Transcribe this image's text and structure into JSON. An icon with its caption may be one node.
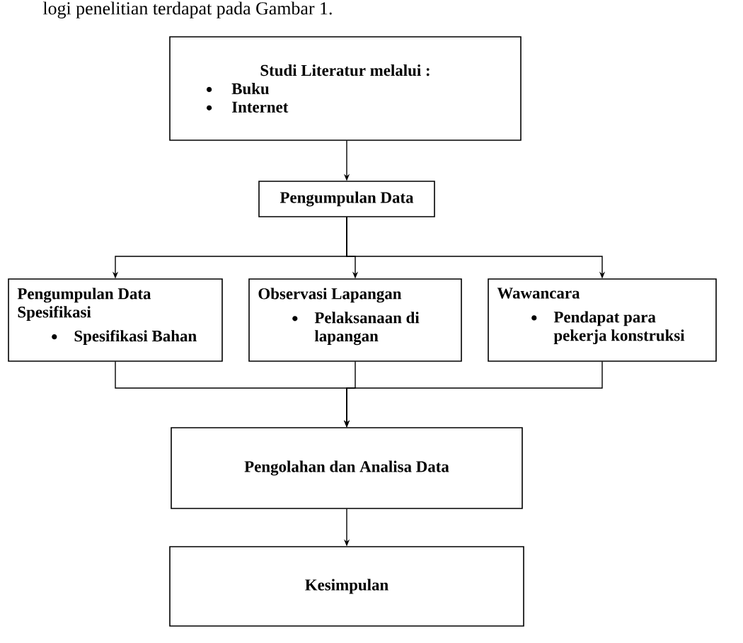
{
  "diagram": {
    "nodes": [
      {
        "text": [
          "Studi Literatur melalui :",
          "Buku",
          "Internet"
        ]
      },
      {
        "text": [
          "Pengumpulan Data"
        ]
      },
      {
        "text": [
          "Pengumpulan Data Spesifikasi",
          "Spesifikasi Bahan"
        ]
      },
      {
        "text": [
          "Observasi Lapangan",
          "Pelaksanaan di lapangan"
        ]
      },
      {
        "text": [
          "Wawancara",
          "Pendapat para pekerja konstruksi"
        ]
      },
      {
        "text": [
          "Pengolahan dan Analisa Data"
        ]
      },
      {
        "text": [
          "Kesimpulan"
        ]
      }
    ],
    "edges": [
      {
        "from": 0,
        "to": 1,
        "arrow": "to"
      },
      {
        "from": 1,
        "to": 2,
        "arrow": "to"
      },
      {
        "from": 1,
        "to": 3,
        "arrow": "to"
      },
      {
        "from": 1,
        "to": 4,
        "arrow": "to"
      },
      {
        "from": 2,
        "to": 5,
        "arrow": "to"
      },
      {
        "from": 3,
        "to": 5,
        "arrow": "to"
      },
      {
        "from": 4,
        "to": 5,
        "arrow": "to"
      },
      {
        "from": 5,
        "to": 6,
        "arrow": "to"
      }
    ],
    "labels": [
      "logi penelitian terdapat pada Gambar 1."
    ]
  }
}
